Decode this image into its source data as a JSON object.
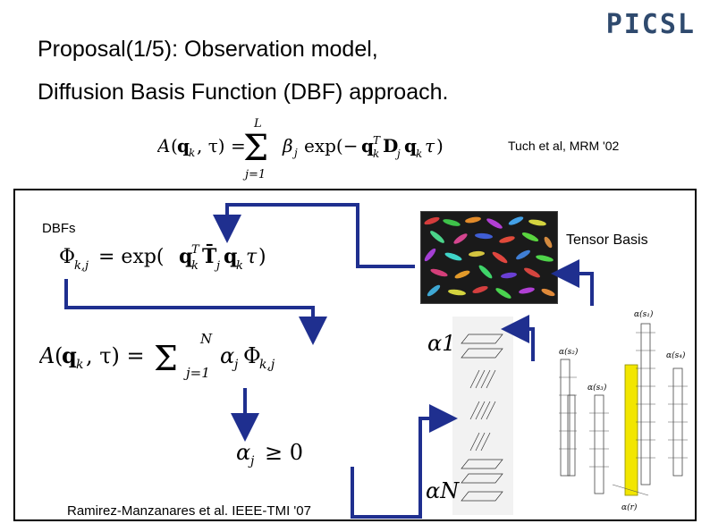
{
  "logo": {
    "text": "PICSL"
  },
  "title": {
    "line1": "Proposal(1/5): Observation model,",
    "line2": "Diffusion Basis Function (DBF) approach."
  },
  "equations": {
    "main": "A(q_k, τ) = Σ_{j=1}^{L} β_j exp(−q_k^T D_j q_k τ)",
    "dbf": "Φ_{k,j} = exp(q_k^T T_j q_k τ)",
    "model": "A(q_k, τ) = Σ_{j=1}^{N} α_j Φ_{k,j}",
    "constraint": "α_j ≥ 0"
  },
  "citations": {
    "tuch": "Tuch et al, MRM '02",
    "ramirez": "Ramirez-Manzanares et al. IEEE-TMI '07"
  },
  "labels": {
    "dbfs": "DBFs",
    "tensor_basis": "Tensor Basis",
    "alpha1": "α1",
    "alphaN": "αN",
    "tower_labels": [
      "α(s₁)",
      "α(s₂)",
      "α(s₃)",
      "α(s₄)",
      "α(r)"
    ]
  },
  "colors": {
    "arrow": "#1f2f8f",
    "highlight_tower": "#f2e600"
  }
}
